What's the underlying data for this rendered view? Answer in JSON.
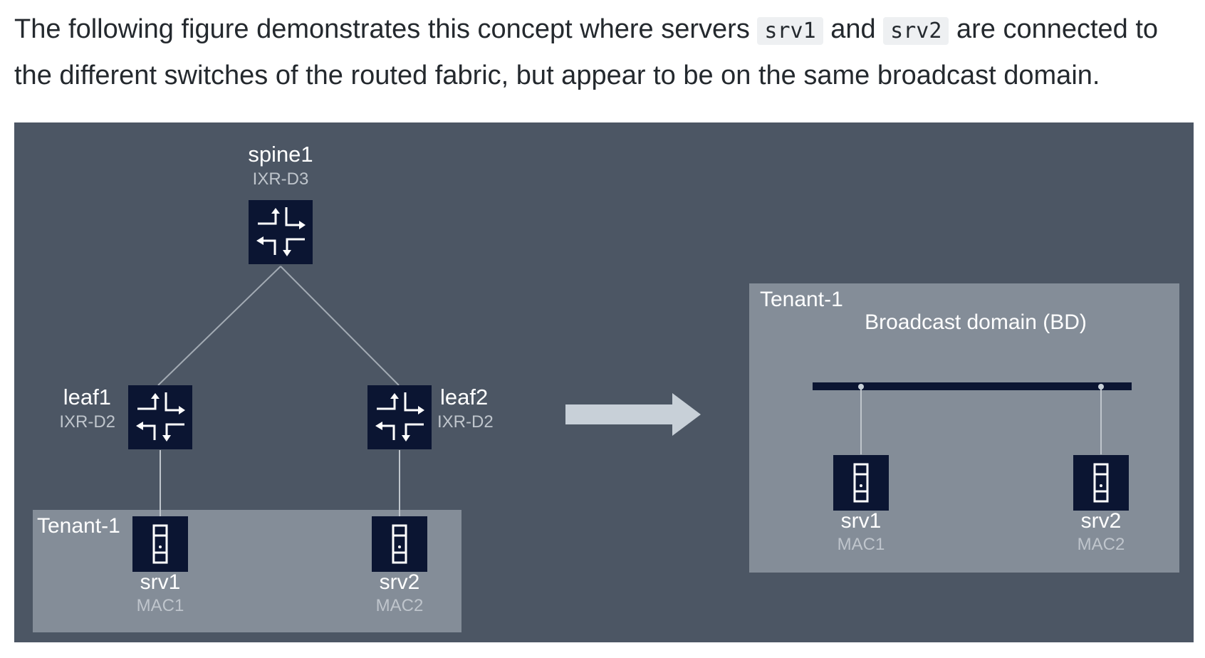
{
  "intro": {
    "part1": "The following figure demonstrates this concept where servers ",
    "code1": "srv1",
    "part2": " and ",
    "code2": "srv2",
    "part3": " are connected to the different switches of the routed fabric, but appear to be on the same broadcast domain."
  },
  "diagram": {
    "spine": {
      "name": "spine1",
      "model": "IXR-D3"
    },
    "leaf1": {
      "name": "leaf1",
      "model": "IXR-D2"
    },
    "leaf2": {
      "name": "leaf2",
      "model": "IXR-D2"
    },
    "tenant_left": {
      "label": "Tenant-1"
    },
    "srv1": {
      "name": "srv1",
      "mac": "MAC1"
    },
    "srv2": {
      "name": "srv2",
      "mac": "MAC2"
    },
    "tenant_right": {
      "label": "Tenant-1",
      "bd_label": "Broadcast domain (BD)"
    },
    "colors": {
      "background": "#4c5664",
      "tenant_box": "#848d98",
      "node": "#0b1532",
      "arrow": "#c8d0d8",
      "muted_text": "#bfc5cc"
    }
  }
}
